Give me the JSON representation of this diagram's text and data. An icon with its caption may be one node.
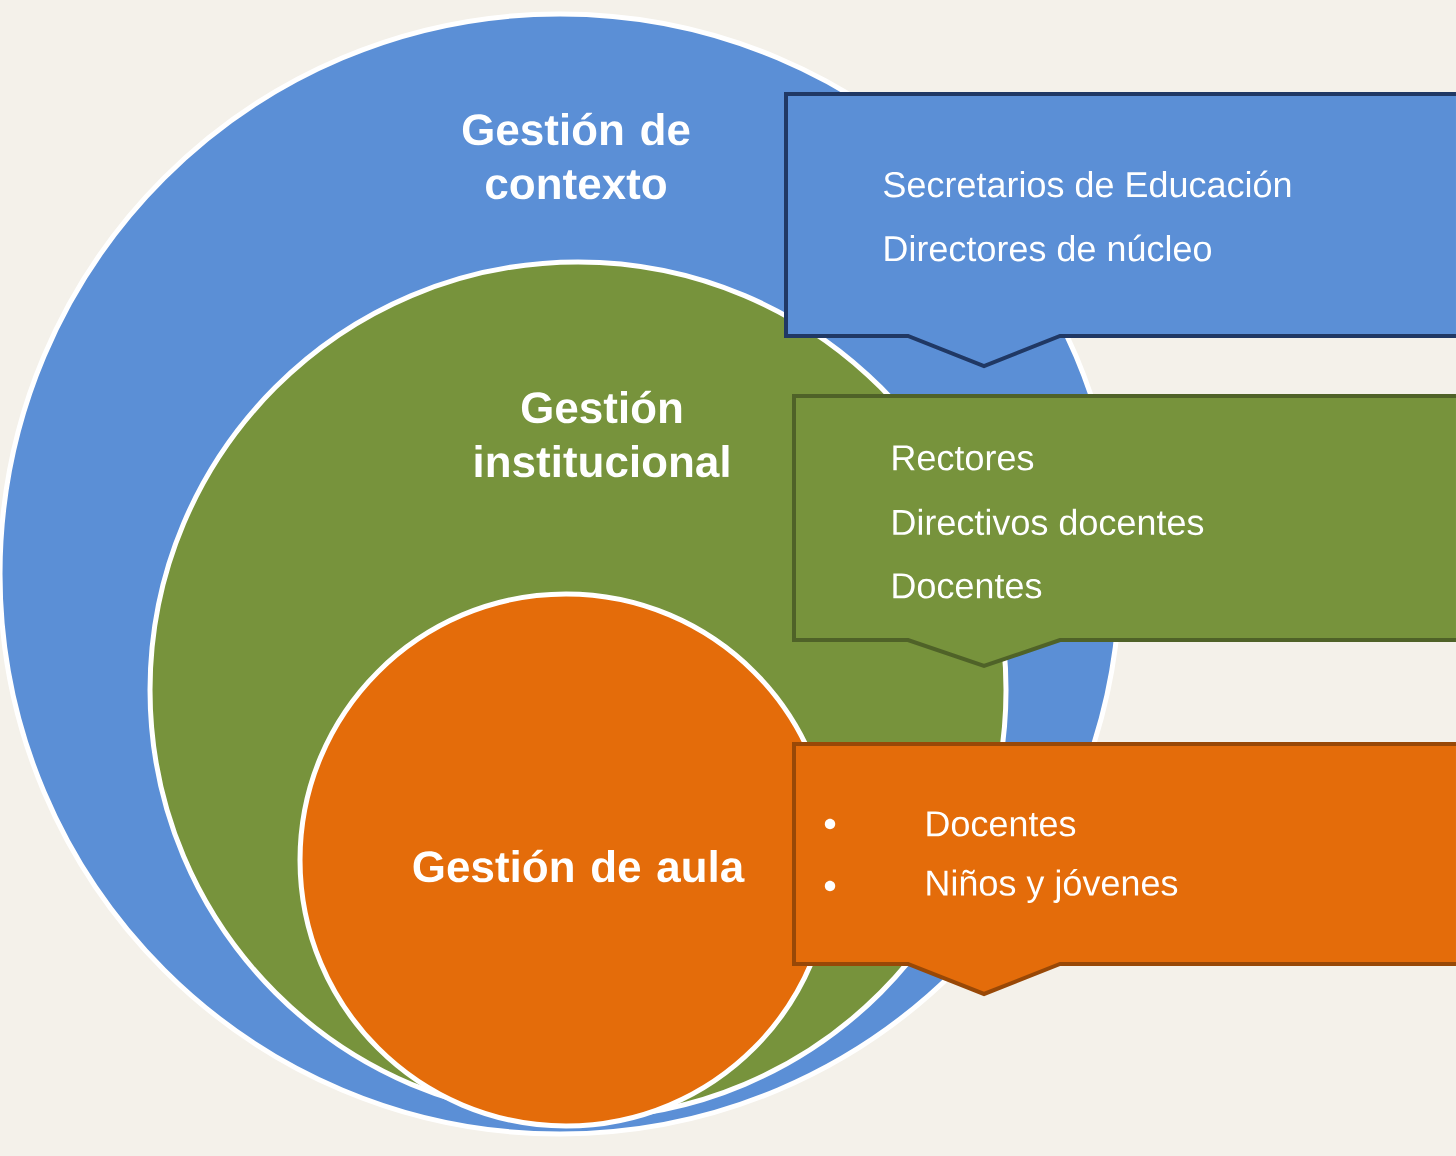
{
  "diagram": {
    "nodes": [
      {
        "text": [
          "Gestión de contexto"
        ]
      },
      {
        "text": [
          "Gestión institucional"
        ],
        "in": 0
      },
      {
        "text": [
          "Gestión de aula"
        ],
        "in": 1
      },
      {
        "text": [
          "Secretarios de Educación",
          "Directores de núcleo"
        ]
      },
      {
        "text": [
          "Rectores",
          "Directivos docentes",
          "Docentes"
        ]
      },
      {
        "text": [
          "Docentes",
          "Niños y jóvenes"
        ]
      }
    ],
    "edges": []
  }
}
